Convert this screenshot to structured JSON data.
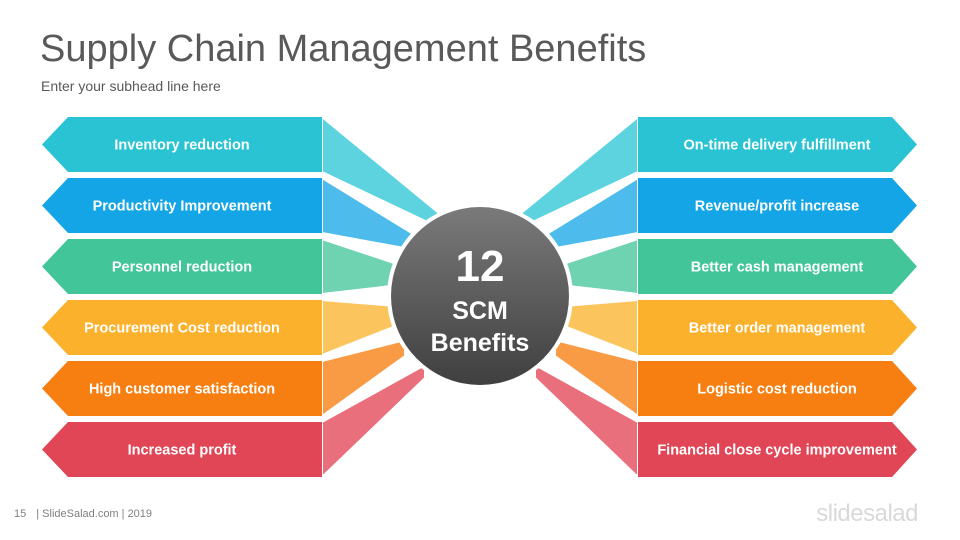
{
  "slide": {
    "title": "Supply Chain Management Benefits",
    "subtitle": "Enter your subhead line here"
  },
  "center": {
    "number": "12",
    "line1": "SCM",
    "line2": "Benefits"
  },
  "left_items": [
    {
      "label": "Inventory reduction",
      "color": "#29C3D3",
      "fan_color": "#5CD3DF"
    },
    {
      "label": "Productivity Improvement",
      "color": "#14A5E6",
      "fan_color": "#4DBBEC"
    },
    {
      "label": "Personnel reduction",
      "color": "#43C59A",
      "fan_color": "#6FD3B1"
    },
    {
      "label": "Procurement Cost reduction",
      "color": "#FBB12C",
      "fan_color": "#FCC45C"
    },
    {
      "label": "High customer satisfaction",
      "color": "#F77F11",
      "fan_color": "#F99A44"
    },
    {
      "label": "Increased profit",
      "color": "#E14656",
      "fan_color": "#E86F7B"
    }
  ],
  "right_items": [
    {
      "label": "On-time delivery fulfillment",
      "color": "#29C3D3",
      "fan_color": "#5CD3DF"
    },
    {
      "label": "Revenue/profit increase",
      "color": "#14A5E6",
      "fan_color": "#4DBBEC"
    },
    {
      "label": "Better cash management",
      "color": "#43C59A",
      "fan_color": "#6FD3B1"
    },
    {
      "label": "Better order management",
      "color": "#FBB12C",
      "fan_color": "#FCC45C"
    },
    {
      "label": "Logistic cost reduction",
      "color": "#F77F11",
      "fan_color": "#F99A44"
    },
    {
      "label": "Financial close cycle improvement",
      "color": "#E14656",
      "fan_color": "#E86F7B"
    }
  ],
  "footer": {
    "page": "15",
    "text": "| SlideSalad.com | 2019",
    "brand": "slidesalad"
  }
}
